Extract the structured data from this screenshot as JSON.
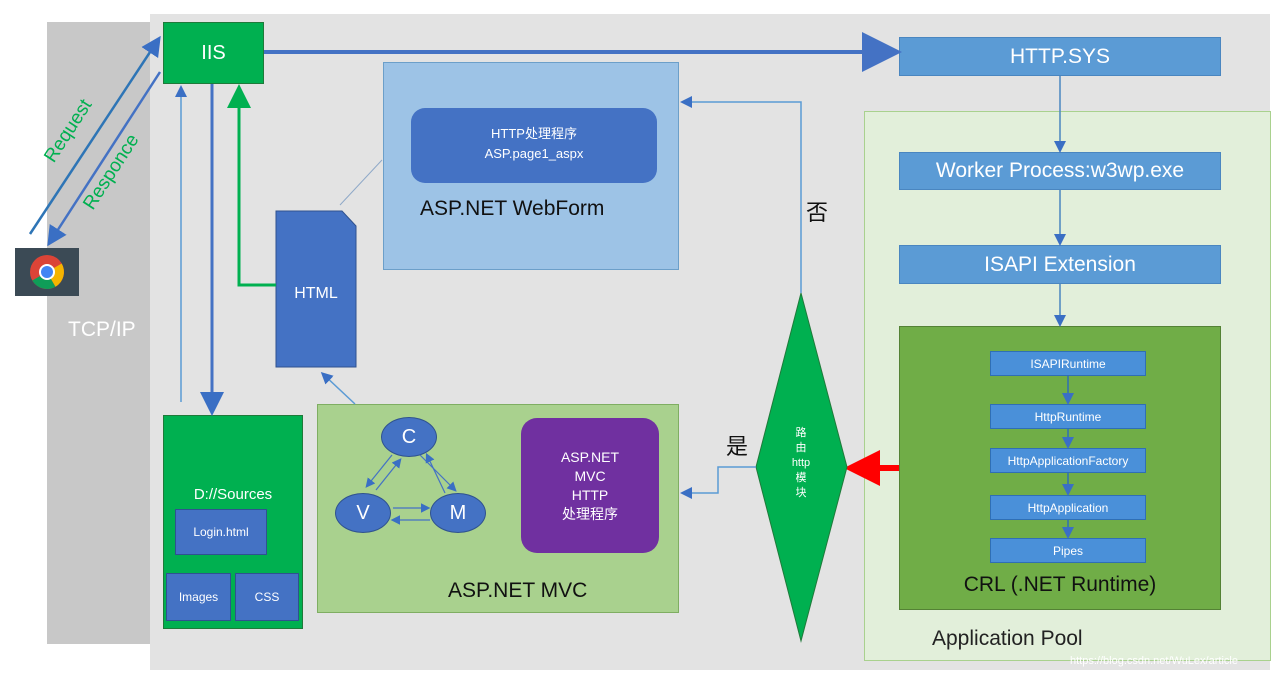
{
  "tcp_label": "TCP/IP",
  "request_label": "Request",
  "response_label": "Responce",
  "iis_label": "IIS",
  "http_sys_label": "HTTP.SYS",
  "worker_process_label": "Worker Process:w3wp.exe",
  "isapi_extension_label": "ISAPI Extension",
  "crl": {
    "title": "CRL (.NET Runtime)",
    "items": [
      "ISAPIRuntime",
      "HttpRuntime",
      "HttpApplicationFactory",
      "HttpApplication",
      "Pipes"
    ]
  },
  "application_pool_label": "Application Pool",
  "webform": {
    "handler_line1": "HTTP处理程序",
    "handler_line2": "ASP.page1_aspx",
    "title": "ASP.NET WebForm"
  },
  "html_label": "HTML",
  "mvc": {
    "title": "ASP.NET MVC",
    "c": "C",
    "v": "V",
    "m": "M",
    "handler_lines": [
      "ASP.NET",
      "MVC",
      "HTTP",
      "处理程序"
    ]
  },
  "sources": {
    "title": "D://Sources",
    "login": "Login.html",
    "images": "Images",
    "css": "CSS"
  },
  "router_lines": [
    "路",
    "由",
    "http",
    "模",
    "块"
  ],
  "yes_label": "是",
  "no_label": "否",
  "watermark": "https://blog.csdn.net/WuLex/article",
  "colors": {
    "green": "#00b050",
    "blue_box": "#5b9bd5",
    "dark_blue": "#4472c4",
    "purple": "#7030a0",
    "red_arrow": "#ff0000"
  }
}
